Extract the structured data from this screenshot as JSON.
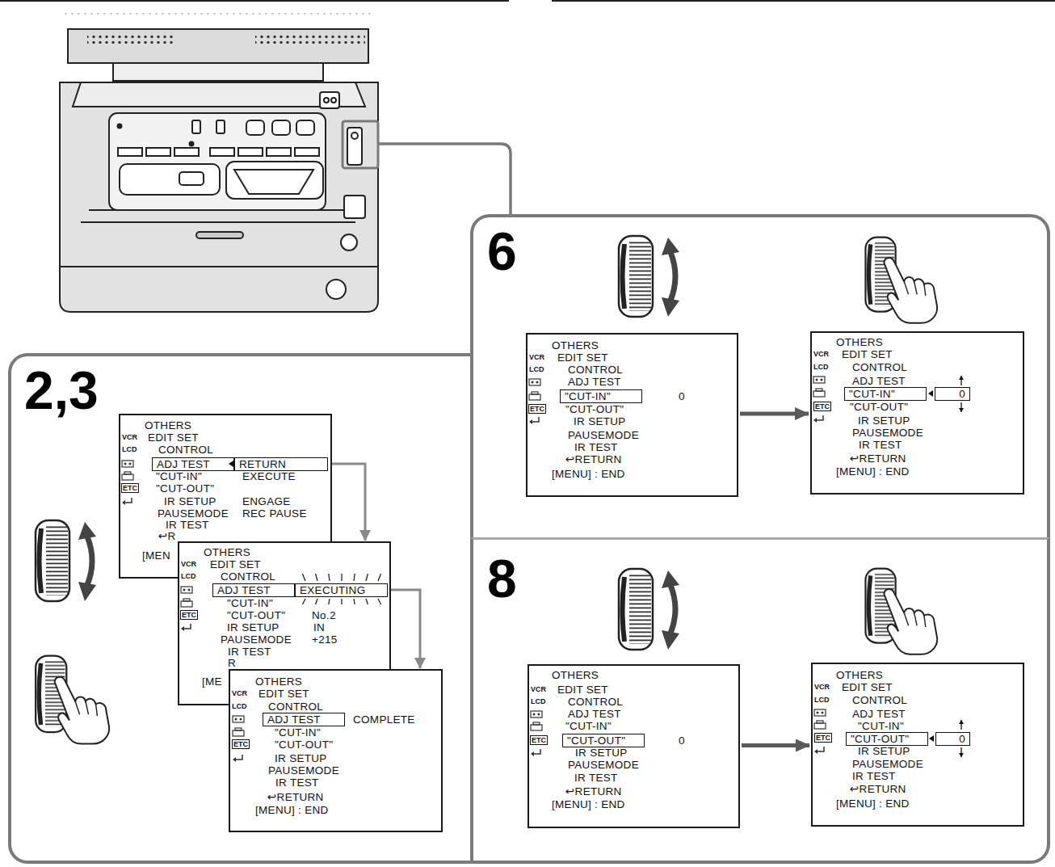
{
  "diagram": {
    "nodes": [
      {
        "text": [
          "2,3"
        ]
      },
      {
        "text": [
          "OTHERS",
          "VCR",
          "EDIT SET",
          "LCD",
          "CONTROL",
          "\"CUT-IN\"",
          "EXECUTE",
          "ETC",
          "\"CUT-OUT\"",
          "IR SETUP",
          "ENGAGE",
          "PAUSEMODE",
          "REC PAUSE",
          "IR TEST",
          "↩R",
          "[MEN"
        ],
        "in": 0
      },
      {
        "text": [
          "ADJ TEST"
        ],
        "in": 1
      },
      {
        "text": [
          "RETURN"
        ],
        "in": 1
      },
      {
        "text": [
          "OTHERS",
          "VCR",
          "EDIT SET",
          "LCD",
          "CONTROL",
          "\"CUT-IN\"",
          "ETC",
          "\"CUT-OUT\"",
          "No.2",
          "IR SETUP",
          "IN",
          "PAUSEMODE",
          "+215",
          "IR TEST",
          "R",
          "[ME"
        ],
        "in": 0
      },
      {
        "text": [
          "ADJ TEST"
        ],
        "in": 4
      },
      {
        "text": [
          "EXECUTING"
        ],
        "in": 4
      },
      {
        "text": [
          "OTHERS",
          "VCR",
          "EDIT SET",
          "LCD",
          "CONTROL",
          "COMPLETE",
          "\"CUT-IN\"",
          "ETC",
          "\"CUT-OUT\"",
          "IR SETUP",
          "PAUSEMODE",
          "IR TEST",
          "↩RETURN",
          "[MENU] : END"
        ],
        "in": 0
      },
      {
        "text": [
          "ADJ TEST"
        ],
        "in": 7
      },
      {
        "text": [
          "6"
        ]
      },
      {
        "text": [
          "OTHERS",
          "VCR",
          "EDIT SET",
          "LCD",
          "CONTROL",
          "ADJ TEST",
          "0",
          "ETC",
          "\"CUT-OUT\"",
          "IR SETUP",
          "PAUSEMODE",
          "IR TEST",
          "↩RETURN",
          "[MENU] : END"
        ],
        "in": 9
      },
      {
        "text": [
          "\"CUT-IN\""
        ],
        "in": 10
      },
      {
        "text": [
          "OTHERS",
          "VCR",
          "EDIT SET",
          "LCD",
          "CONTROL",
          "ADJ TEST",
          "ETC",
          "\"CUT-OUT\"",
          "IR SETUP",
          "PAUSEMODE",
          "IR TEST",
          "↩RETURN",
          "[MENU] : END"
        ],
        "in": 9
      },
      {
        "text": [
          "\"CUT-IN\""
        ],
        "in": 12
      },
      {
        "text": [
          "0"
        ],
        "in": 12
      },
      {
        "text": [
          "8"
        ]
      },
      {
        "text": [
          "OTHERS",
          "VCR",
          "EDIT SET",
          "LCD",
          "CONTROL",
          "ADJ TEST",
          "\"CUT-IN\"",
          "ETC",
          "0",
          "IR SETUP",
          "PAUSEMODE",
          "IR TEST",
          "↩RETURN",
          "[MENU] : END"
        ],
        "in": 15
      },
      {
        "text": [
          "\"CUT-OUT\""
        ],
        "in": 16
      },
      {
        "text": [
          "OTHERS",
          "VCR",
          "EDIT SET",
          "LCD",
          "CONTROL",
          "ADJ TEST",
          "\"CUT-IN\"",
          "ETC",
          "IR SETUP",
          "PAUSEMODE",
          "IR TEST",
          "↩RETURN",
          "[MENU] : END"
        ],
        "in": 15
      },
      {
        "text": [
          "\"CUT-OUT\""
        ],
        "in": 18
      },
      {
        "text": [
          "0"
        ],
        "in": 18
      }
    ],
    "edges": [
      {
        "from": 3,
        "to": 4,
        "arrow": "to"
      },
      {
        "from": 6,
        "to": 7,
        "arrow": "to"
      },
      {
        "from": 10,
        "to": 12,
        "arrow": "to"
      },
      {
        "from": 16,
        "to": 18,
        "arrow": "to"
      }
    ]
  }
}
